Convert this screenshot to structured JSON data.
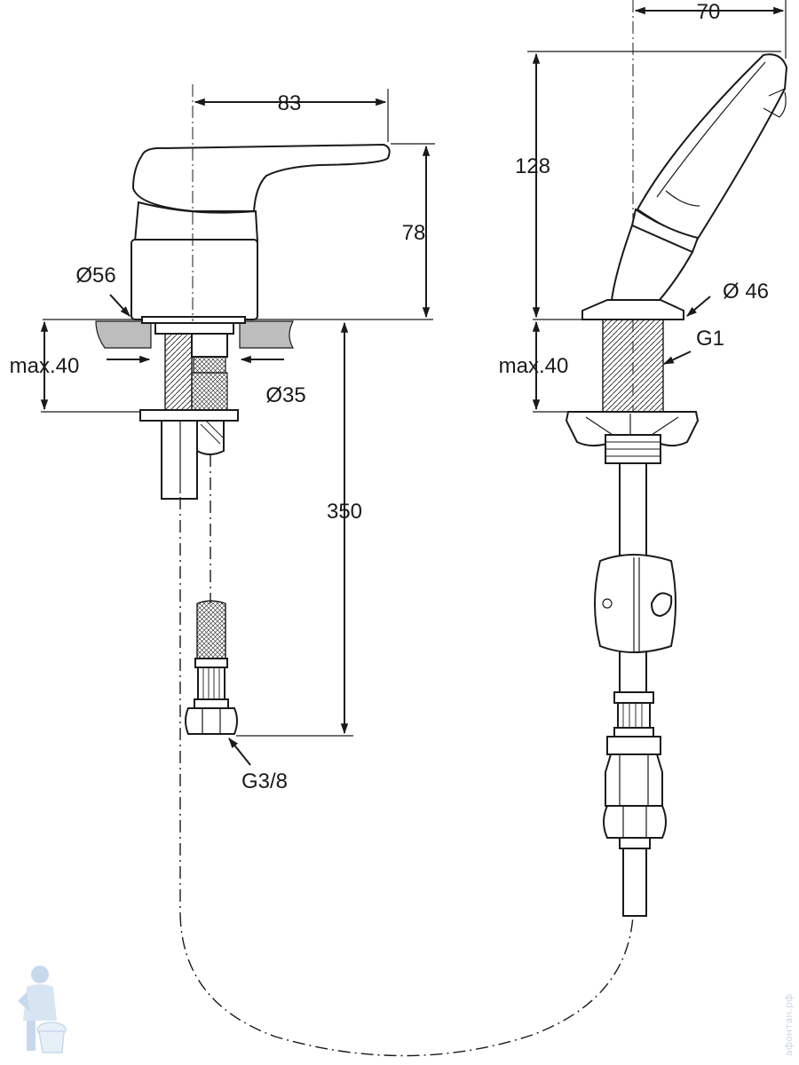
{
  "dimensions": {
    "width_83": "83",
    "height_78": "78",
    "dia_56": "Ø56",
    "max_left": "max.40",
    "dia_35": "Ø35",
    "length_350": "350",
    "thread_g38": "G3/8",
    "width_70": "70",
    "height_128": "128",
    "dia_46": "Ø 46",
    "max_right": "max.40",
    "thread_g1": "G1"
  },
  "watermark": {
    "text": "афонтан.рф",
    "color": "#c9d8ea"
  },
  "colors": {
    "line": "#1a1a1a",
    "countertop": "#bdbdbd",
    "background": "#ffffff"
  }
}
